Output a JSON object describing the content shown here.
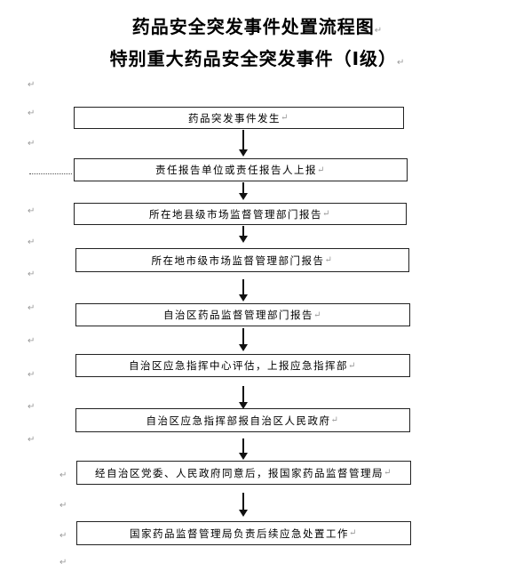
{
  "title": {
    "line1": "药品安全突发事件处置流程图",
    "line2": "特别重大药品安全突发事件（Ⅰ级）",
    "mark": "↵"
  },
  "margin_mark": "↵",
  "steps": [
    "药品突发事件发生",
    "责任报告单位或责任报告人上报",
    "所在地县级市场监督管理部门报告",
    "所在地市级市场监督管理部门报告",
    "自治区药品监督管理部门报告",
    "自治区应急指挥中心评估，上报应急指挥部",
    "自治区应急指挥部报自治区人民政府",
    "经自治区党委、人民政府同意后，报国家药品监督管理局",
    "国家药品监督管理局负责后续应急处置工作"
  ]
}
